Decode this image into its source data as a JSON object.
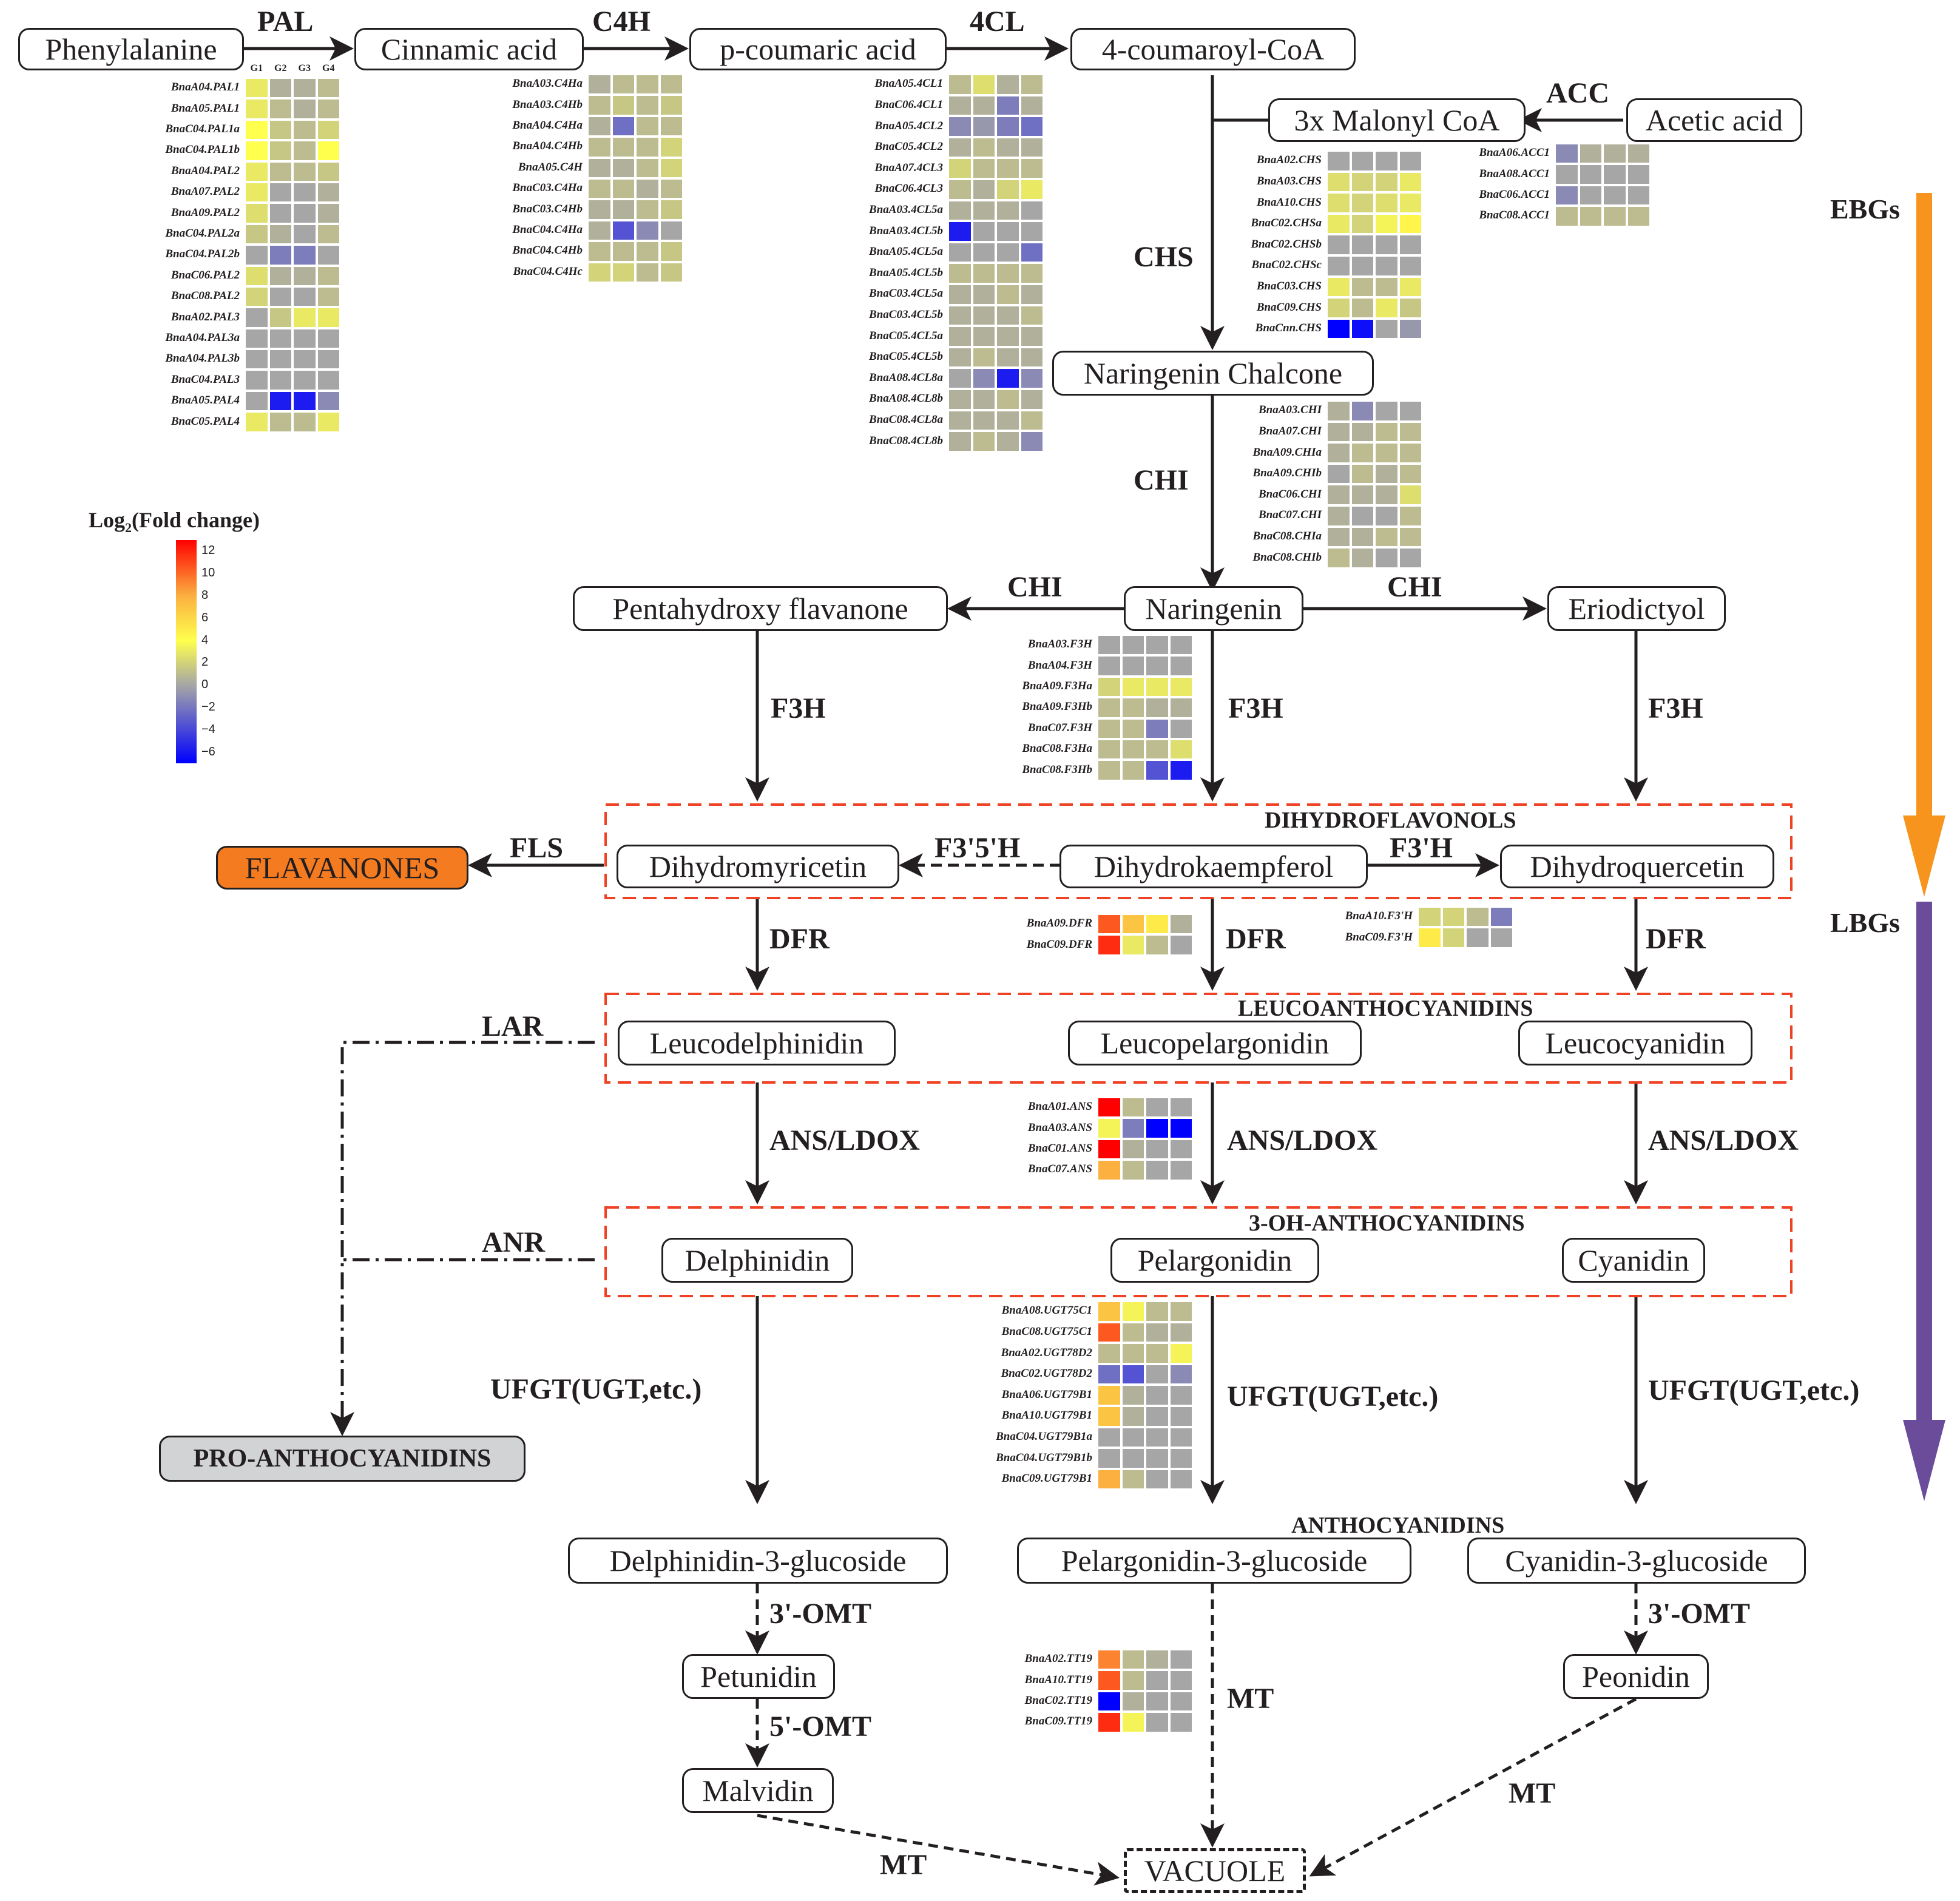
{
  "colors": {
    "ebgs_arrow": "#f7941d",
    "lbgs_arrow": "#6b4c9a",
    "class_box": "#ef4123",
    "flavanones_fill": "#f47b20",
    "proanthocyanidins_fill": "#d1d3d4",
    "heatmap_low": "#0000ff",
    "heatmap_mid": "#a6a6a6",
    "heatmap_high4": "#ffff4d",
    "heatmap_top": "#ff0000"
  },
  "nodes": {
    "phenylalanine": "Phenylalanine",
    "cinnamic_acid": "Cinnamic acid",
    "p_coumaric_acid": "p-coumaric acid",
    "coumaroyl_coa": "4-coumaroyl-CoA",
    "malonyl_coa": "3x Malonyl CoA",
    "acetic_acid": "Acetic acid",
    "naringenin_chalcone": "Naringenin Chalcone",
    "naringenin": "Naringenin",
    "pentahydroxy_flavanone": "Pentahydroxy flavanone",
    "eriodictyol": "Eriodictyol",
    "dihydromyricetin": "Dihydromyricetin",
    "dihydrokaempferol": "Dihydrokaempferol",
    "dihydroquercetin": "Dihydroquercetin",
    "flavanones": "FLAVANONES",
    "leucodelphinidin": "Leucodelphinidin",
    "leucopelargonidin": "Leucopelargonidin",
    "leucocyanidin": "Leucocyanidin",
    "delphinidin": "Delphinidin",
    "pelargonidin": "Pelargonidin",
    "cyanidin": "Cyanidin",
    "proanthocyanidins": "PRO-ANTHOCYANIDINS",
    "delphinidin_3_glucoside": "Delphinidin-3-glucoside",
    "pelargonidin_3_glucoside": "Pelargonidin-3-glucoside",
    "cyanidin_3_glucoside": "Cyanidin-3-glucoside",
    "petunidin": "Petunidin",
    "malvidin": "Malvidin",
    "peonidin": "Peonidin",
    "vacuole": "VACUOLE"
  },
  "enzymes": {
    "pal": "PAL",
    "c4h": "C4H",
    "cl4": "4CL",
    "acc": "ACC",
    "chs": "CHS",
    "chi_main": "CHI",
    "chi_left": "CHI",
    "chi_right": "CHI",
    "f3h_left": "F3H",
    "f3h_mid": "F3H",
    "f3h_right": "F3H",
    "fls": "FLS",
    "f35h": "F3'5'H",
    "f3h_prime": "F3'H",
    "dfr_left": "DFR",
    "dfr_mid": "DFR",
    "dfr_right": "DFR",
    "lar": "LAR",
    "anr": "ANR",
    "ans_left": "ANS/LDOX",
    "ans_mid": "ANS/LDOX",
    "ans_right": "ANS/LDOX",
    "ufgt_left": "UFGT(UGT,etc.)",
    "ufgt_mid": "UFGT(UGT,etc.)",
    "ufgt_right": "UFGT(UGT,etc.)",
    "omt3_left": "3'-OMT",
    "omt5": "5'-OMT",
    "omt3_right": "3'-OMT",
    "mt_mid": "MT",
    "mt_right": "MT",
    "mt_bottom": "MT"
  },
  "groups": {
    "dihydroflavonols": "DIHYDROFLAVONOLS",
    "leucoanthocyanidins": "LEUCOANTHOCYANIDINS",
    "oh_anthocyanidins": "3-OH-ANTHOCYANIDINS",
    "anthocyanidins": "ANTHOCYANIDINS"
  },
  "phases": {
    "ebgs": "EBGs",
    "lbgs": "LBGs"
  },
  "legend": {
    "title_prefix": "Log",
    "title_sub": "2",
    "title_suffix": "(Fold change)",
    "ticks": [
      "12",
      "10",
      "8",
      "6",
      "4",
      "2",
      "0",
      "−2",
      "−4",
      "−6"
    ],
    "min": -7,
    "max": 13
  },
  "heatmaps": {
    "columns": [
      "G1",
      "G2",
      "G3",
      "G4"
    ],
    "pal": {
      "genes": [
        "BnaA04.PAL1",
        "BnaA05.PAL1",
        "BnaC04.PAL1a",
        "BnaC04.PAL1b",
        "BnaA04.PAL2",
        "BnaA07.PAL2",
        "BnaA09.PAL2",
        "BnaC04.PAL2a",
        "BnaC04.PAL2b",
        "BnaC06.PAL2",
        "BnaC08.PAL2",
        "BnaA02.PAL3",
        "BnaA04.PAL3a",
        "BnaA04.PAL3b",
        "BnaC04.PAL3",
        "BnaA05.PAL4",
        "BnaC05.PAL4"
      ],
      "values": [
        [
          3,
          0.5,
          0.5,
          1
        ],
        [
          3,
          1,
          0.5,
          1
        ],
        [
          4,
          1.5,
          1,
          2
        ],
        [
          4,
          1.5,
          1,
          4
        ],
        [
          3,
          1,
          1,
          1.5
        ],
        [
          3,
          0,
          0,
          0.5
        ],
        [
          2.5,
          0,
          0,
          0.5
        ],
        [
          1.5,
          0.5,
          0,
          1
        ],
        [
          0,
          -1.5,
          -1.5,
          0
        ],
        [
          2.5,
          0.5,
          0.5,
          1
        ],
        [
          2,
          0,
          0,
          1
        ],
        [
          0,
          1.5,
          3,
          3
        ],
        [
          0,
          0,
          0,
          0
        ],
        [
          0,
          0,
          0,
          0
        ],
        [
          0,
          0,
          0,
          0
        ],
        [
          0,
          -5,
          -5,
          -1
        ],
        [
          3,
          1,
          1,
          3
        ]
      ]
    },
    "c4h": {
      "genes": [
        "BnaA03.C4Ha",
        "BnaA03.C4Hb",
        "BnaA04.C4Ha",
        "BnaA04.C4Hb",
        "BnaA05.C4H",
        "BnaC03.C4Ha",
        "BnaC03.C4Hb",
        "BnaC04.C4Ha",
        "BnaC04.C4Hb",
        "BnaC04.C4Hc"
      ],
      "values": [
        [
          0.5,
          1,
          1,
          1
        ],
        [
          1,
          1.5,
          1,
          1.5
        ],
        [
          0.5,
          -2,
          1,
          1
        ],
        [
          1,
          1,
          1,
          2
        ],
        [
          0.5,
          0.5,
          1,
          2
        ],
        [
          1,
          1,
          0.5,
          1
        ],
        [
          0.5,
          0.5,
          1,
          1.5
        ],
        [
          0.5,
          -3,
          -1,
          0
        ],
        [
          1,
          1,
          1,
          1.5
        ],
        [
          2,
          2,
          1,
          1.5
        ]
      ]
    },
    "cl4": {
      "genes": [
        "BnaA05.4CL1",
        "BnaC06.4CL1",
        "BnaA05.4CL2",
        "BnaC05.4CL2",
        "BnaA07.4CL3",
        "BnaC06.4CL3",
        "BnaA03.4CL5a",
        "BnaA03.4CL5b",
        "BnaA05.4CL5a",
        "BnaA05.4CL5b",
        "BnaC03.4CL5a",
        "BnaC03.4CL5b",
        "BnaC05.4CL5a",
        "BnaC05.4CL5b",
        "BnaA08.4CL8a",
        "BnaA08.4CL8b",
        "BnaC08.4CL8a",
        "BnaC08.4CL8b"
      ],
      "values": [
        [
          1,
          2.5,
          0.5,
          1
        ],
        [
          0.5,
          0.5,
          -1.5,
          0.5
        ],
        [
          -1,
          -0.5,
          -1.5,
          -2
        ],
        [
          0.5,
          1,
          0.5,
          0.5
        ],
        [
          2,
          1,
          1,
          1
        ],
        [
          1,
          0.5,
          2,
          3
        ],
        [
          0.5,
          0.5,
          0.5,
          0
        ],
        [
          -5,
          0,
          0,
          0
        ],
        [
          0,
          0,
          0,
          -2
        ],
        [
          1,
          1,
          1,
          1
        ],
        [
          0.5,
          0.5,
          1,
          0.5
        ],
        [
          0.5,
          0.5,
          0.5,
          1
        ],
        [
          0.5,
          0.5,
          0.5,
          0.5
        ],
        [
          0.5,
          1,
          0.5,
          0.5
        ],
        [
          0,
          -1,
          -5,
          -1
        ],
        [
          0.5,
          0.5,
          1,
          0.5
        ],
        [
          0.5,
          0.5,
          0.5,
          1
        ],
        [
          0.5,
          1,
          0.5,
          -1
        ]
      ]
    },
    "acc": {
      "genes": [
        "BnaA06.ACC1",
        "BnaA08.ACC1",
        "BnaC06.ACC1",
        "BnaC08.ACC1"
      ],
      "values": [
        [
          -1,
          0.5,
          0.5,
          0.5
        ],
        [
          0,
          0,
          0,
          0
        ],
        [
          -1,
          0,
          0,
          0
        ],
        [
          1,
          1,
          1,
          1
        ]
      ]
    },
    "chs": {
      "genes": [
        "BnaA02.CHS",
        "BnaA03.CHS",
        "BnaA10.CHS",
        "BnaC02.CHSa",
        "BnaC02.CHSb",
        "BnaC02.CHSc",
        "BnaC03.CHS",
        "BnaC09.CHS",
        "BnaCnn.CHS"
      ],
      "values": [
        [
          0,
          0,
          0,
          0
        ],
        [
          2.5,
          2,
          2,
          3
        ],
        [
          2.5,
          2,
          2.5,
          3
        ],
        [
          3,
          2,
          3.5,
          4.5
        ],
        [
          0,
          0,
          0,
          0
        ],
        [
          0,
          0,
          0,
          0
        ],
        [
          3,
          1,
          1,
          3
        ],
        [
          2,
          1,
          3,
          1.5
        ],
        [
          -6,
          -5.5,
          0,
          -0.5
        ]
      ]
    },
    "chi": {
      "genes": [
        "BnaA03.CHI",
        "BnaA07.CHI",
        "BnaA09.CHIa",
        "BnaA09.CHIb",
        "BnaC06.CHI",
        "BnaC07.CHI",
        "BnaC08.CHIa",
        "BnaC08.CHIb"
      ],
      "values": [
        [
          0.5,
          -1,
          0,
          0
        ],
        [
          0.5,
          0.5,
          1,
          1
        ],
        [
          0.5,
          1,
          1,
          1
        ],
        [
          0,
          1,
          0.5,
          1
        ],
        [
          0.5,
          0.5,
          0.5,
          2.5
        ],
        [
          0.5,
          0,
          0,
          1
        ],
        [
          0.5,
          0.5,
          1,
          1
        ],
        [
          1,
          0.5,
          0,
          0
        ]
      ]
    },
    "f3h": {
      "genes": [
        "BnaA03.F3H",
        "BnaA04.F3H",
        "BnaA09.F3Ha",
        "BnaA09.F3Hb",
        "BnaC07.F3H",
        "BnaC08.F3Ha",
        "BnaC08.F3Hb"
      ],
      "values": [
        [
          0,
          0,
          0,
          0
        ],
        [
          0,
          0,
          0,
          0
        ],
        [
          2,
          3,
          3,
          3
        ],
        [
          1,
          1,
          0.5,
          0.5
        ],
        [
          1,
          1,
          -1.5,
          0
        ],
        [
          1,
          1,
          1,
          2.5
        ],
        [
          1,
          1,
          -3,
          -5
        ]
      ]
    },
    "f3ph": {
      "genes": [
        "BnaA10.F3'H",
        "BnaC09.F3'H"
      ],
      "values": [
        [
          2,
          2,
          1,
          -1.5
        ],
        [
          5,
          2,
          0,
          0
        ]
      ]
    },
    "dfr": {
      "genes": [
        "BnaA09.DFR",
        "BnaC09.DFR"
      ],
      "values": [
        [
          10,
          7,
          5,
          0.5
        ],
        [
          11,
          3,
          1,
          0
        ]
      ]
    },
    "ans": {
      "genes": [
        "BnaA01.ANS",
        "BnaA03.ANS",
        "BnaC01.ANS",
        "BnaC07.ANS"
      ],
      "values": [
        [
          12.5,
          1,
          0,
          0
        ],
        [
          3.5,
          -1.5,
          -6,
          -6
        ],
        [
          12,
          0.5,
          0,
          0
        ],
        [
          8,
          1,
          0,
          0
        ]
      ]
    },
    "ugt": {
      "genes": [
        "BnaA08.UGT75C1",
        "BnaC08.UGT75C1",
        "BnaA02.UGT78D2",
        "BnaC02.UGT78D2",
        "BnaA06.UGT79B1",
        "BnaA10.UGT79B1",
        "BnaC04.UGT79B1a",
        "BnaC04.UGT79B1b",
        "BnaC09.UGT79B1"
      ],
      "values": [
        [
          7,
          3.5,
          1,
          1
        ],
        [
          10,
          1,
          0.5,
          0.5
        ],
        [
          1,
          1,
          1,
          3.5
        ],
        [
          -2,
          -3,
          0,
          -1
        ],
        [
          7,
          0.5,
          0,
          0
        ],
        [
          7,
          0.5,
          0,
          0
        ],
        [
          0,
          0,
          0,
          0
        ],
        [
          0,
          0,
          0,
          0
        ],
        [
          8,
          1,
          0,
          0
        ]
      ]
    },
    "tt19": {
      "genes": [
        "BnaA02.TT19",
        "BnaA10.TT19",
        "BnaC02.TT19",
        "BnaC09.TT19"
      ],
      "values": [
        [
          9,
          1,
          0.5,
          0
        ],
        [
          10,
          1,
          0,
          0
        ],
        [
          -6,
          0.5,
          0,
          0
        ],
        [
          11,
          3.5,
          0,
          0
        ]
      ]
    }
  }
}
